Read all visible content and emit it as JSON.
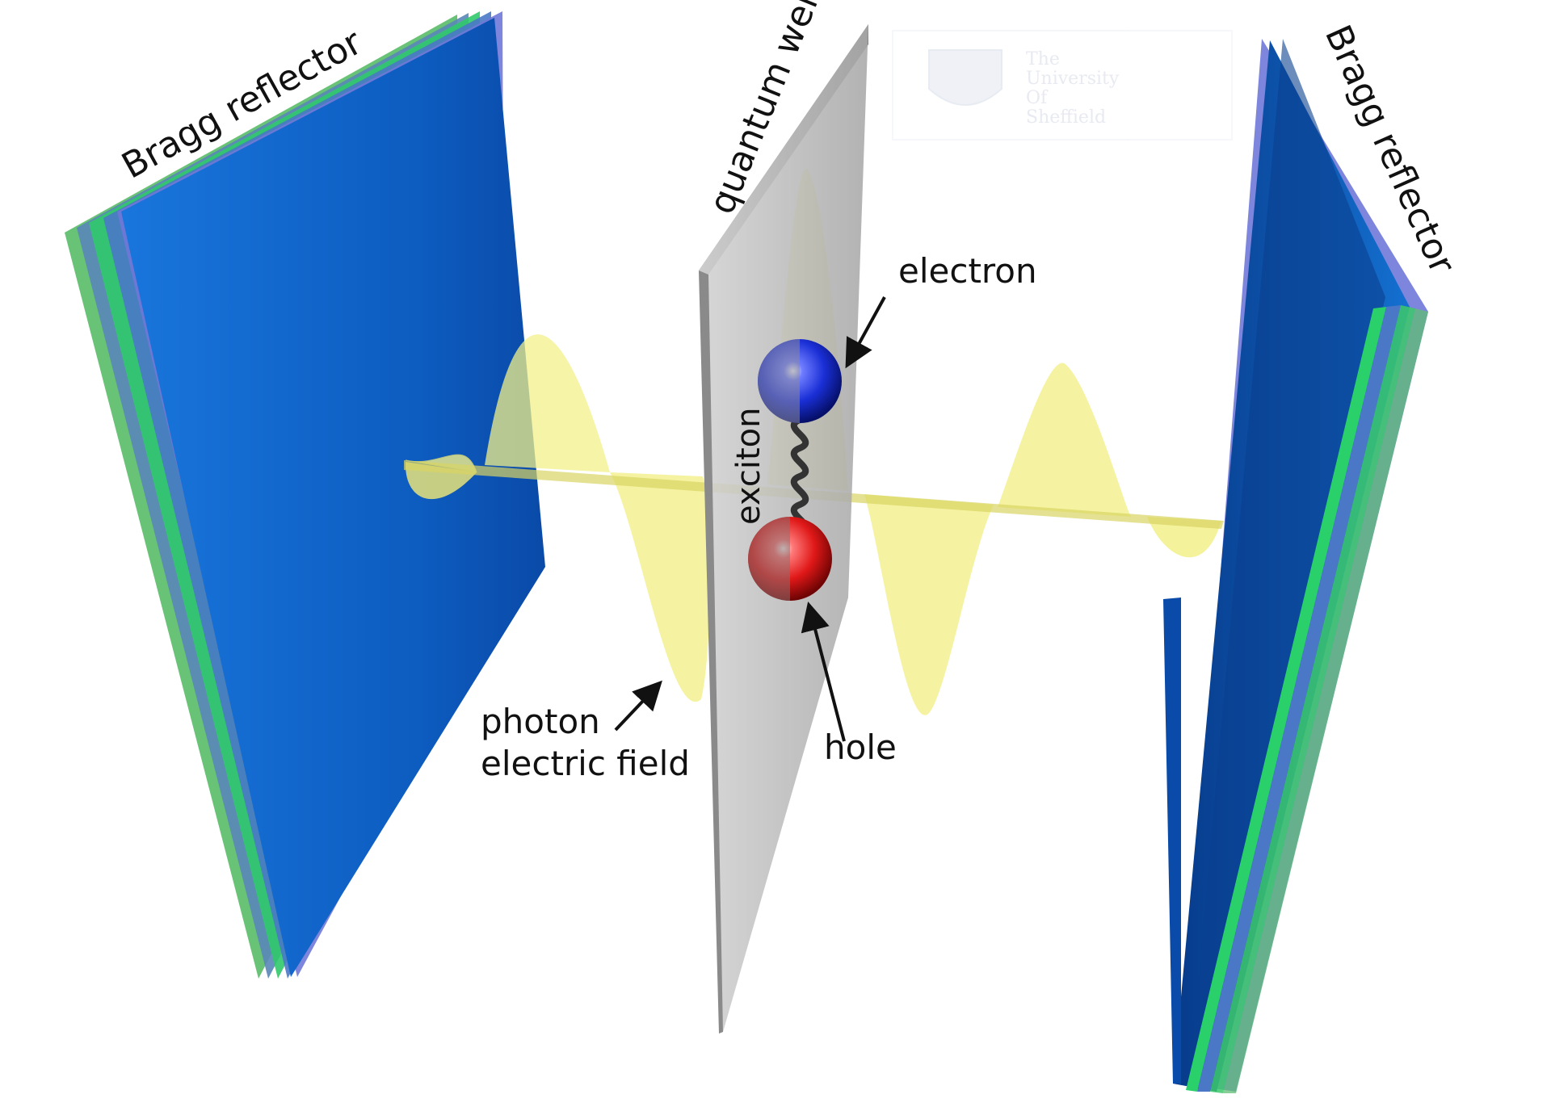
{
  "labels": {
    "bragg_left": "Bragg reflector",
    "bragg_right": "Bragg reflector",
    "quantum_well": "quantum well",
    "electron": "electron",
    "exciton": "exciton",
    "hole": "hole",
    "photon_line1": "photon",
    "photon_line2": "electric field"
  },
  "watermark": {
    "lines": [
      "The",
      "University",
      "Of",
      "Sheffield"
    ]
  },
  "colors": {
    "bragg_blue": "#0a5fc4",
    "bragg_green": "#3cc96a",
    "bragg_violet": "#6f78d8",
    "wave_yellow": "#f2f08a",
    "quantum_well_grey": "#b9b9b9",
    "electron": "#1a2fd6",
    "hole": "#e01818"
  }
}
